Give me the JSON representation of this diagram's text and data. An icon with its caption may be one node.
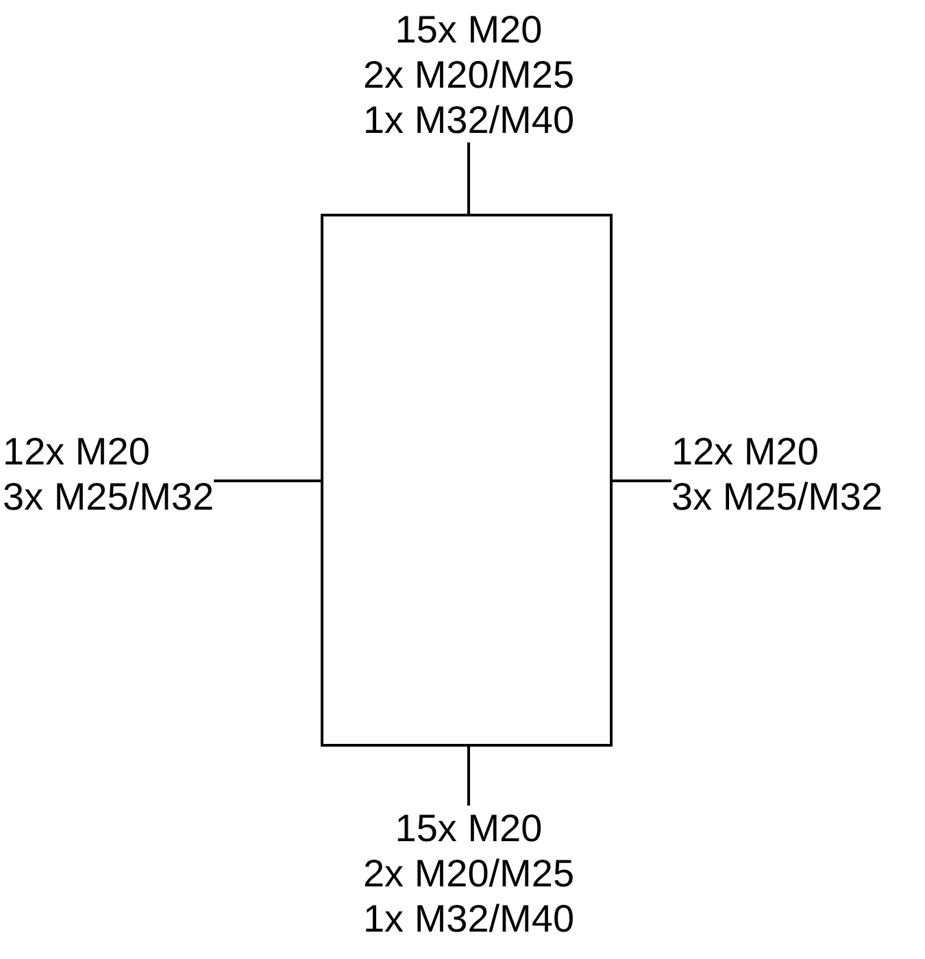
{
  "diagram": {
    "nodes": [
      {
        "text": [],
        "shape": "box"
      },
      {
        "text": [
          "15x M20",
          "2x M20/M25",
          "1x M32/M40"
        ]
      },
      {
        "text": [
          "12x M20",
          "3x M25/M32"
        ]
      },
      {
        "text": [
          "12x M20",
          "3x M25/M32"
        ]
      },
      {
        "text": [
          "15x M20",
          "2x M20/M25",
          "1x M32/M40"
        ]
      }
    ],
    "edges": [
      {
        "from": 1,
        "to": 0,
        "arrow": "none"
      },
      {
        "from": 2,
        "to": 0,
        "arrow": "none"
      },
      {
        "from": 3,
        "to": 0,
        "arrow": "none"
      },
      {
        "from": 4,
        "to": 0,
        "arrow": "none"
      }
    ]
  }
}
